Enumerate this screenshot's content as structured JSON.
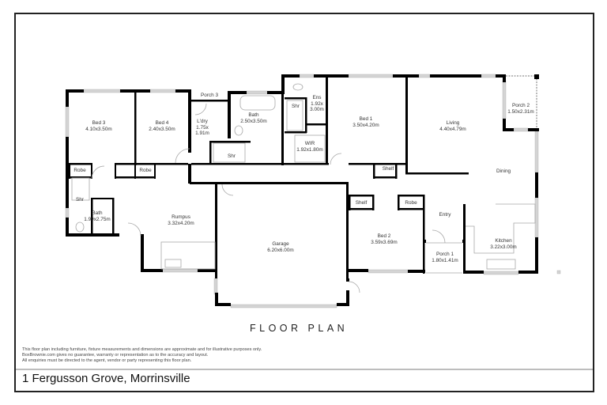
{
  "document": {
    "plan_title": "FLOOR PLAN",
    "address": "1 Fergusson Grove, Morrinsville",
    "disclaimer": [
      "This floor plan including furniture, fixture measurements and dimensions are approximate and for illustrative purposes only.",
      "BoxBrownie.com gives no guarantee, warranty or representation as to the accuracy and layout.",
      "All enquiries must be directed to the agent, vendor or party representing this floor plan."
    ]
  },
  "rooms": {
    "bed3": {
      "name": "Bed 3",
      "size": "4.10x3.50m"
    },
    "bed4": {
      "name": "Bed 4",
      "size": "2.40x3.50m"
    },
    "porch3": {
      "name": "Porch 3"
    },
    "laundry": {
      "name": "L'dry",
      "size1": "1.75x",
      "size2": "1.91m"
    },
    "bath_main": {
      "name": "Bath",
      "size": "2.50x3.50m"
    },
    "shower_main": {
      "name": "Shr"
    },
    "ens_shower": {
      "name": "Shr"
    },
    "ensuite": {
      "name": "Ens",
      "size1": "1.92x",
      "size2": "3.00m"
    },
    "wir": {
      "name": "WIR",
      "size": "1.92x1.80m"
    },
    "bed1": {
      "name": "Bed 1",
      "size": "3.50x4.20m"
    },
    "living": {
      "name": "Living",
      "size": "4.40x4.79m"
    },
    "porch2": {
      "name": "Porch 2",
      "size": "1.50x2.31m"
    },
    "dining": {
      "name": "Dining"
    },
    "robe_bed3": {
      "name": "Robe"
    },
    "robe_bed4": {
      "name": "Robe"
    },
    "shelf_bed1": {
      "name": "Shelf"
    },
    "shower_bath2": {
      "name": "Shr"
    },
    "bath2": {
      "name": "Bath",
      "size": "1.99x2.75m"
    },
    "rumpus": {
      "name": "Rumpus",
      "size": "3.32x4.20m"
    },
    "garage": {
      "name": "Garage",
      "size": "6.20x6.00m"
    },
    "shelf_bed2": {
      "name": "Shelf"
    },
    "robe_bed2": {
      "name": "Robe"
    },
    "bed2": {
      "name": "Bed 2",
      "size": "3.59x3.69m"
    },
    "entry": {
      "name": "Entry"
    },
    "porch1": {
      "name": "Porch 1",
      "size": "1.80x1.41m"
    },
    "kitchen": {
      "name": "Kitchen",
      "size": "3.22x3.00m"
    }
  },
  "colors": {
    "wall": "#000000",
    "window": "#cfcfcf",
    "fixture_line": "#9a9a9a",
    "frame": "#222222",
    "divider": "#bdbdbd"
  }
}
